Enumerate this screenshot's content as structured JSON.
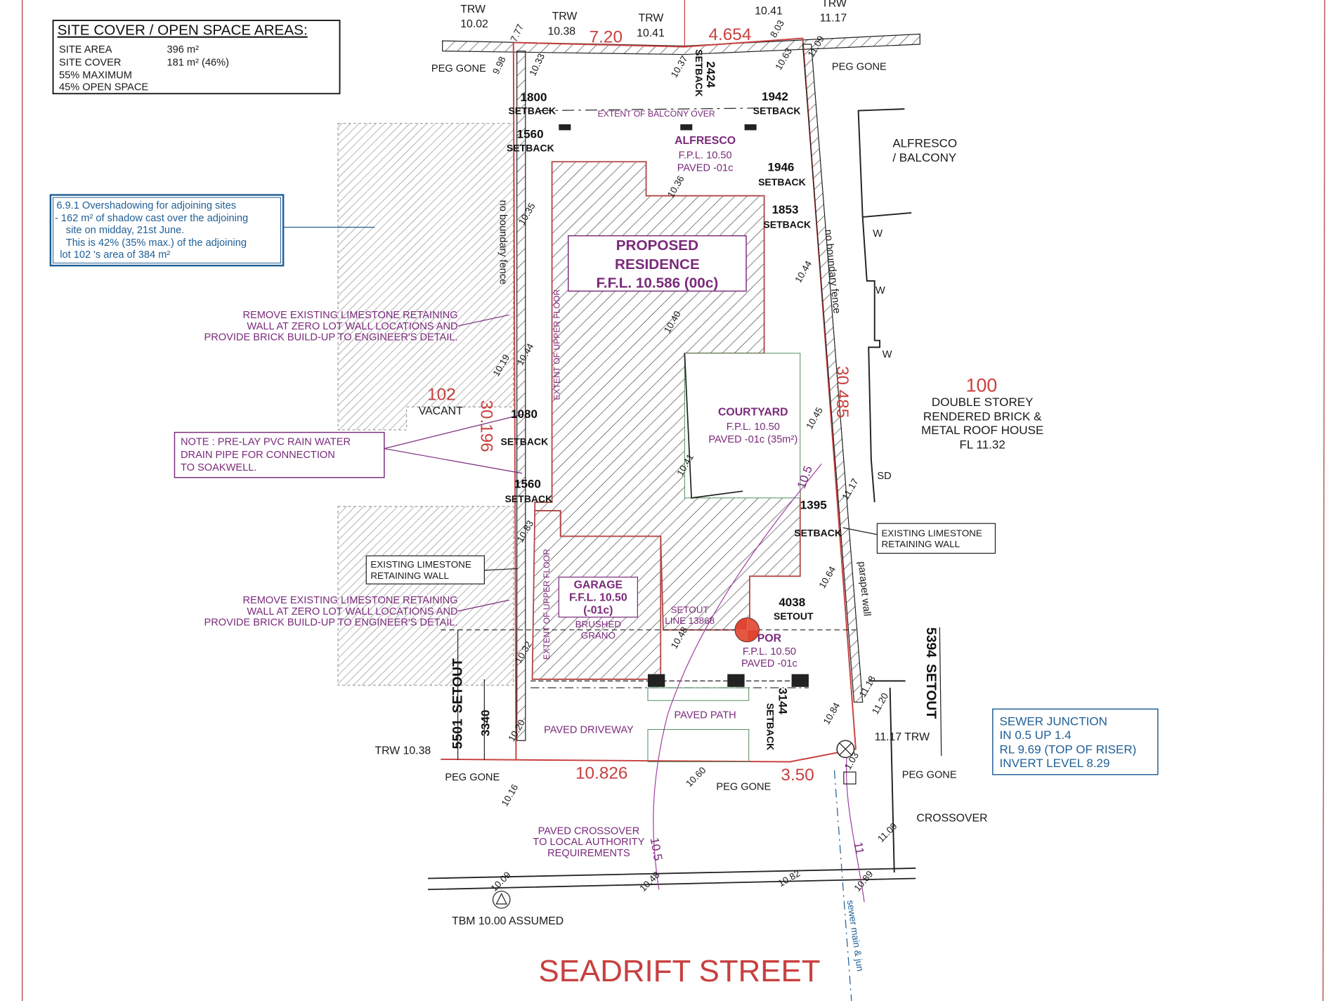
{
  "site_cover": {
    "title": "SITE COVER / OPEN SPACE AREAS:",
    "rows": [
      {
        "label": "SITE AREA",
        "value": "396 m²"
      },
      {
        "label": "SITE COVER",
        "value": "181 m² (46%)"
      },
      {
        "label": "55% MAXIMUM",
        "value": ""
      },
      {
        "label": "45% OPEN SPACE",
        "value": ""
      }
    ]
  },
  "shadow_note": {
    "lines": [
      "6.9.1 Overshadowing for adjoining sites",
      "- 162 m² of shadow cast over the adjoining",
      "site on midday, 21st June.",
      "This is 42% (35% max.) of the adjoining",
      "lot 102 's area of 384 m²"
    ]
  },
  "notes": {
    "remove_wall_1": [
      "REMOVE EXISTING LIMESTONE RETAINING",
      "WALL AT ZERO LOT WALL LOCATIONS AND",
      "PROVIDE BRICK BUILD-UP TO  ENGINEER'S DETAIL."
    ],
    "remove_wall_2": [
      "REMOVE EXISTING LIMESTONE RETAINING",
      "WALL AT ZERO LOT WALL LOCATIONS AND",
      "PROVIDE BRICK BUILD-UP TO  ENGINEER'S DETAIL."
    ],
    "pvc_note": [
      "NOTE : PRE-LAY PVC RAIN WATER",
      "DRAIN PIPE FOR CONNECTION",
      "TO SOAKWELL."
    ],
    "existing_wall_left": [
      "EXISTING LIMESTONE",
      "RETAINING WALL"
    ],
    "existing_wall_right": [
      "EXISTING LIMESTONE",
      "RETAINING WALL"
    ],
    "sewer": [
      "SEWER JUNCTION",
      "IN 0.5 UP 1.4",
      "RL 9.69 (TOP OF RISER)",
      "INVERT LEVEL 8.29"
    ],
    "crossover": [
      "PAVED CROSSOVER",
      "TO LOCAL AUTHORITY",
      "REQUIREMENTS"
    ],
    "tbm": "TBM 10.00 ASSUMED",
    "sewer_main": "sewer main & jun",
    "no_fence_left": "no boundary fence",
    "no_fence_right": "no boundary fence",
    "parapet": "parapet wall",
    "extent_balcony": "EXTENT OF BALCONY OVER",
    "extent_upper_1": "EXTENT OF UPPER FLOOR",
    "extent_upper_2": "EXTENT OF UPPER FLOOR",
    "setout_line": [
      "SETOUT",
      "LINE 13868"
    ],
    "crossover_label": "CROSSOVER"
  },
  "rooms": {
    "residence": [
      "PROPOSED",
      "RESIDENCE",
      "F.F.L. 10.586 (00c)"
    ],
    "alfresco": [
      "ALFRESCO",
      "F.P.L. 10.50",
      "PAVED -01c"
    ],
    "courtyard": [
      "COURTYARD",
      "F.P.L. 10.50",
      "PAVED -01c (35m²)"
    ],
    "garage": [
      "GARAGE",
      "F.F.L. 10.50",
      "(-01c)"
    ],
    "garage_finish": [
      "BRUSHED",
      "GRANO"
    ],
    "por": [
      "POR",
      "F.P.L. 10.50",
      "PAVED -01c"
    ],
    "paved_path": "PAVED PATH",
    "paved_driveway": "PAVED DRIVEWAY"
  },
  "lots": {
    "lot102": {
      "number": "102",
      "label": "VACANT"
    },
    "lot100": {
      "number": "100",
      "lines": [
        "DOUBLE STOREY",
        "RENDERED BRICK &",
        "METAL ROOF HOUSE",
        "FL 11.32"
      ]
    },
    "neighbour_alfresco": [
      "ALFRESCO",
      "/ BALCONY"
    ],
    "window_marks": [
      "W",
      "W",
      "W",
      "SD"
    ]
  },
  "boundaries": {
    "top_left": "7.20",
    "top_right": "4.654",
    "right": "30.485",
    "left": "30.196",
    "bottom_left": "10.826",
    "bottom_right": "3.50"
  },
  "trw": [
    [
      "TRW",
      "10.02"
    ],
    [
      "TRW",
      "10.38"
    ],
    [
      "TRW",
      "10.41"
    ],
    [
      "",
      "10.41"
    ],
    [
      "TRW",
      "11.17"
    ]
  ],
  "trw_bottom_left": "TRW 10.38",
  "trw_bottom_right": "11.17 TRW",
  "peg_gone": [
    "PEG GONE",
    "PEG GONE",
    "PEG GONE",
    "PEG GONE",
    "PEG GONE"
  ],
  "levels": [
    "9.98",
    "7.77",
    "10.33",
    "10.37",
    "8.03",
    "10.63",
    "11.09",
    "10.36",
    "10.35",
    "10.44",
    "10.40",
    "10.19",
    "10.44",
    "10.45",
    "10.41",
    "11.17",
    "10.83",
    "10.64",
    "10.48",
    "10.32",
    "11.18",
    "11.20",
    "10.84",
    "10.20",
    "10.16",
    "10.60",
    "1.03",
    "11.09",
    "10.09",
    "10.48",
    "10.82",
    "10.89"
  ],
  "contours": [
    "10.5",
    "10.5",
    "11"
  ],
  "setbacks": [
    {
      "value": "1800",
      "label": "SETBACK"
    },
    {
      "value": "1560",
      "label": "SETBACK"
    },
    {
      "value": "2424",
      "label": "SETBACK"
    },
    {
      "value": "1942",
      "label": "SETBACK"
    },
    {
      "value": "1946",
      "label": "SETBACK"
    },
    {
      "value": "1853",
      "label": "SETBACK"
    },
    {
      "value": "1080",
      "label": "SETBACK"
    },
    {
      "value": "1560",
      "label": "SETBACK"
    },
    {
      "value": "1395",
      "label": "SETBACK"
    },
    {
      "value": "4038",
      "label": "SETOUT"
    },
    {
      "value": "3144",
      "label": "SETBACK"
    },
    {
      "value": "5501",
      "label": "SETOUT"
    },
    {
      "value": "3340",
      "label": ""
    },
    {
      "value": "5394",
      "label": "SETOUT"
    }
  ],
  "street": "SEADRIFT  STREET",
  "colors": {
    "boundary": "#c8403f",
    "purple": "#7a2a7a",
    "blue": "#1f5f96",
    "por": "#e0452f"
  }
}
